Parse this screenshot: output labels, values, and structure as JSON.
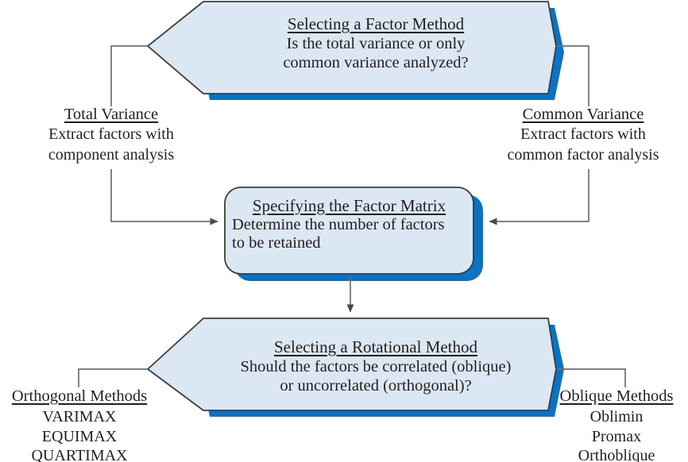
{
  "diagram": {
    "type": "flowchart",
    "title_semantic": "factor-analysis-decision-flowchart",
    "colors": {
      "shape_fill": "#dbe7f3",
      "shape_stroke": "#3c3c3c",
      "shadow": "#0b72c4",
      "connector": "#6e6e6e",
      "text": "#231f20"
    },
    "nodes": {
      "top_decision": {
        "shape": "hexagon",
        "title": "Selecting a Factor Method",
        "body_lines": [
          "Is the total variance or only",
          "common variance analyzed?"
        ]
      },
      "middle_process": {
        "shape": "rounded-rectangle",
        "title": "Specifying the Factor Matrix",
        "body_lines": [
          "Determine the number of factors",
          "to be retained"
        ]
      },
      "bottom_decision": {
        "shape": "hexagon",
        "title": "Selecting a Rotational Method",
        "body_lines": [
          "Should the factors be correlated (oblique)",
          "or uncorrelated (orthogonal)?"
        ]
      }
    },
    "branches": {
      "top_left": {
        "title": "Total Variance",
        "body_lines": [
          "Extract factors with",
          "component analysis"
        ]
      },
      "top_right": {
        "title": "Common Variance",
        "body_lines": [
          "Extract factors with",
          "common factor analysis"
        ]
      },
      "bottom_left": {
        "title": "Orthogonal Methods",
        "items": [
          "VARIMAX",
          "EQUIMAX",
          "QUARTIMAX"
        ]
      },
      "bottom_right": {
        "title": "Oblique Methods",
        "items": [
          "Oblimin",
          "Promax",
          "Orthoblique"
        ]
      }
    }
  }
}
